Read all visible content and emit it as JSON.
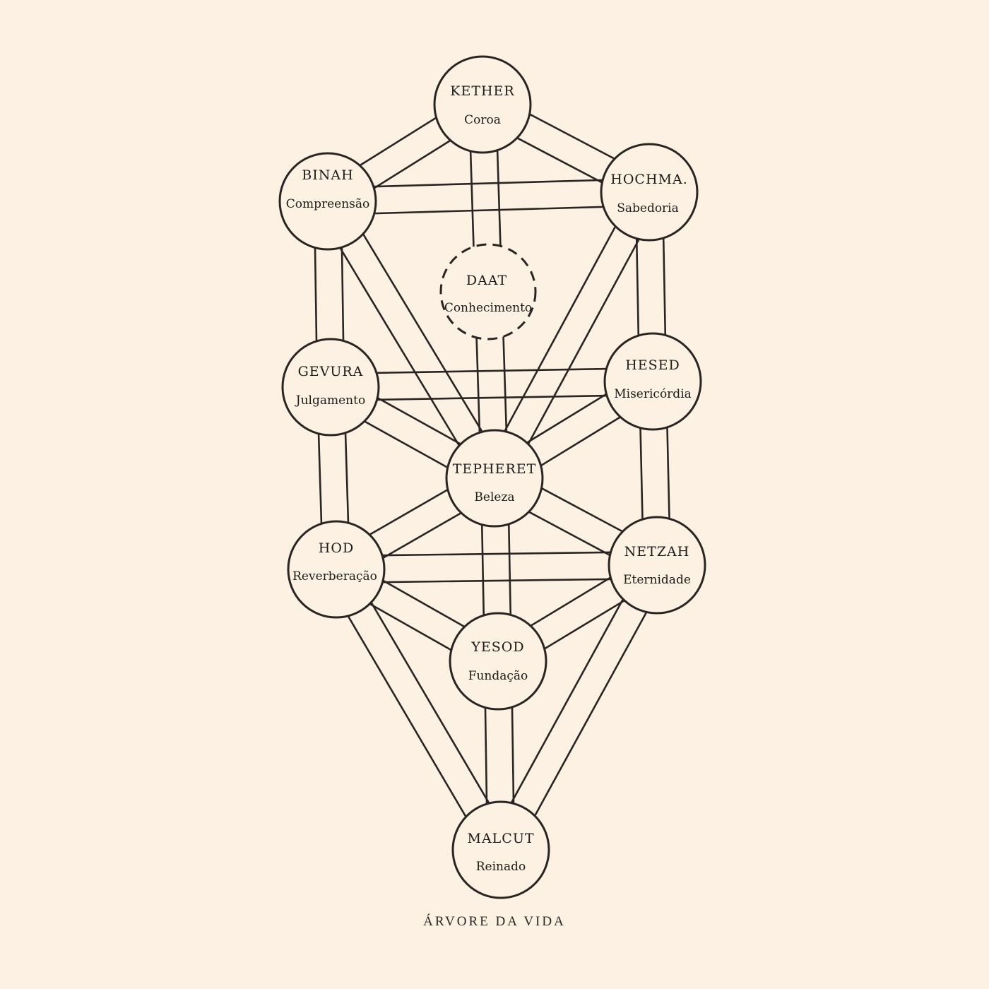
{
  "caption": "ÁRVORE DA VIDA",
  "colors": {
    "paper": "#fdf1e4",
    "ink": "#2a2522"
  },
  "sefirot": {
    "kether": {
      "name": "KETHER",
      "meaning": "Coroa"
    },
    "binah": {
      "name": "BINAH",
      "meaning": "Compreensão"
    },
    "hochma": {
      "name": "HOCHMA.",
      "meaning": "Sabedoria"
    },
    "daat": {
      "name": "DAAT",
      "meaning": "Conhecimento",
      "hidden": true
    },
    "gevura": {
      "name": "GEVURA",
      "meaning": "Julgamento"
    },
    "hesed": {
      "name": "HESED",
      "meaning": "Misericórdia"
    },
    "tepheret": {
      "name": "TEPHERET",
      "meaning": "Beleza"
    },
    "hod": {
      "name": "HOD",
      "meaning": "Reverberação"
    },
    "netzah": {
      "name": "NETZAH",
      "meaning": "Eternidade"
    },
    "yesod": {
      "name": "YESOD",
      "meaning": "Fundação"
    },
    "malcut": {
      "name": "MALCUT",
      "meaning": "Reinado"
    }
  },
  "paths": [
    [
      "kether",
      "binah"
    ],
    [
      "kether",
      "hochma"
    ],
    [
      "kether",
      "tepheret"
    ],
    [
      "binah",
      "hochma"
    ],
    [
      "binah",
      "gevura"
    ],
    [
      "binah",
      "tepheret"
    ],
    [
      "hochma",
      "hesed"
    ],
    [
      "hochma",
      "tepheret"
    ],
    [
      "gevura",
      "hesed"
    ],
    [
      "gevura",
      "tepheret"
    ],
    [
      "gevura",
      "hod"
    ],
    [
      "hesed",
      "tepheret"
    ],
    [
      "hesed",
      "netzah"
    ],
    [
      "tepheret",
      "hod"
    ],
    [
      "tepheret",
      "netzah"
    ],
    [
      "tepheret",
      "yesod"
    ],
    [
      "hod",
      "netzah"
    ],
    [
      "hod",
      "yesod"
    ],
    [
      "hod",
      "malcut"
    ],
    [
      "netzah",
      "yesod"
    ],
    [
      "netzah",
      "malcut"
    ],
    [
      "yesod",
      "malcut"
    ]
  ]
}
